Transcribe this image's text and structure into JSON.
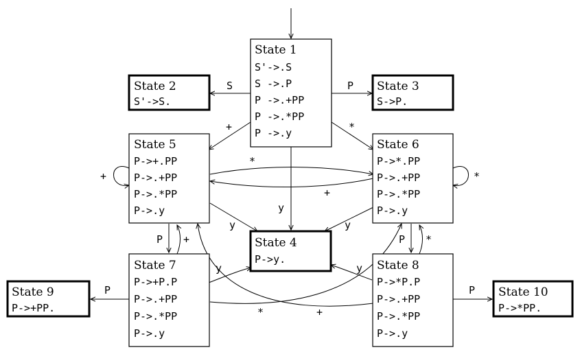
{
  "states": [
    {
      "id": "s1",
      "title": "State 1",
      "items": [
        "S'->.S",
        "S ->.P",
        "P ->.+PP",
        "P ->.*PP",
        "P ->.y"
      ]
    },
    {
      "id": "s2",
      "title": "State 2",
      "items": [
        "S'->S."
      ]
    },
    {
      "id": "s3",
      "title": "State 3",
      "items": [
        "S->P."
      ]
    },
    {
      "id": "s4",
      "title": "State 4",
      "items": [
        "P->y."
      ]
    },
    {
      "id": "s5",
      "title": "State 5",
      "items": [
        "P->+.PP",
        "P->.+PP",
        "P->.*PP",
        "P->.y"
      ]
    },
    {
      "id": "s6",
      "title": "State 6",
      "items": [
        "P->*.PP",
        "P->.+PP",
        "P->.*PP",
        "P->.y"
      ]
    },
    {
      "id": "s7",
      "title": "State 7",
      "items": [
        "P->+P.P",
        "P->.+PP",
        "P->.*PP",
        "P->.y"
      ]
    },
    {
      "id": "s8",
      "title": "State 8",
      "items": [
        "P->*P.P",
        "P->.+PP",
        "P->.*PP",
        "P->.y"
      ]
    },
    {
      "id": "s9",
      "title": "State 9",
      "items": [
        "P->+PP."
      ]
    },
    {
      "id": "s10",
      "title": "State 10",
      "items": [
        "P->*PP."
      ]
    }
  ],
  "edges": [
    {
      "id": "start",
      "label": ""
    },
    {
      "id": "s1-s2",
      "label": "S"
    },
    {
      "id": "s1-s3",
      "label": "P"
    },
    {
      "id": "s1-s5",
      "label": "+"
    },
    {
      "id": "s1-s6",
      "label": "*"
    },
    {
      "id": "s1-s4",
      "label": "y"
    },
    {
      "id": "s5-self",
      "label": "+"
    },
    {
      "id": "s6-self",
      "label": "*"
    },
    {
      "id": "s5-s6",
      "label": "*"
    },
    {
      "id": "s6-s5",
      "label": "+"
    },
    {
      "id": "s5-s4",
      "label": "y"
    },
    {
      "id": "s6-s4",
      "label": "y"
    },
    {
      "id": "s5-s7",
      "label": "P"
    },
    {
      "id": "s7-s5",
      "label": "+"
    },
    {
      "id": "s6-s8",
      "label": "P"
    },
    {
      "id": "s8-s6",
      "label": "*"
    },
    {
      "id": "s7-s4",
      "label": "y"
    },
    {
      "id": "s8-s4",
      "label": "y"
    },
    {
      "id": "s7-s6",
      "label": "*"
    },
    {
      "id": "s8-s5",
      "label": "+"
    },
    {
      "id": "s7-s9",
      "label": "P"
    },
    {
      "id": "s8-s10",
      "label": "P"
    }
  ]
}
